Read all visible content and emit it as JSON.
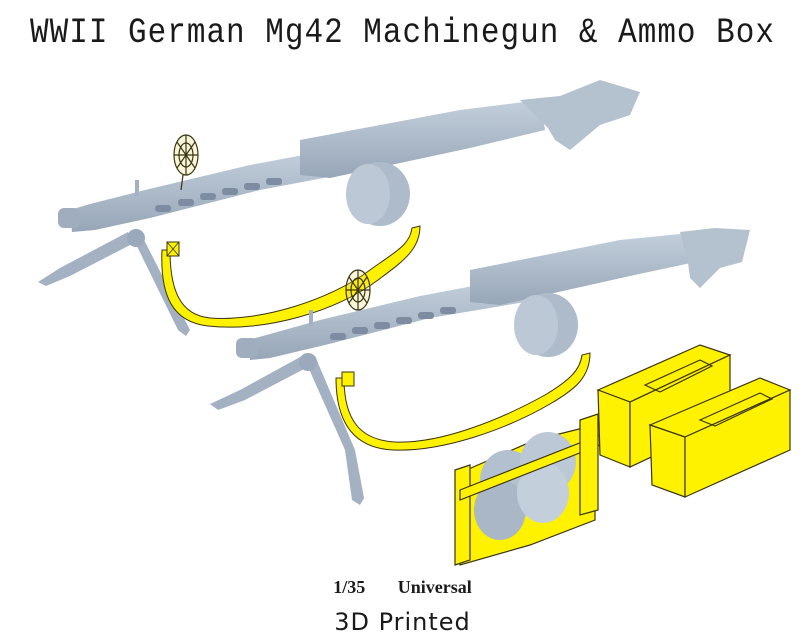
{
  "header": {
    "title": "WWII German Mg42 Machinegun & Ammo Box"
  },
  "footer": {
    "scale": "1/35",
    "compatibility": "Universal",
    "process": "3D Printed"
  },
  "colors": {
    "background": "#ffffff",
    "gun_grey": "#aab7c6",
    "gun_shadow": "#8e9cad",
    "photo_etch_yellow": "#fff200",
    "outline": "#2a2a10",
    "text": "#1a1a1a"
  },
  "scene": {
    "items": [
      {
        "label": "MG42 machinegun with bipod and drum magazine (rear)"
      },
      {
        "label": "MG42 machinegun with bipod and drum magazine (front)"
      },
      {
        "label": "Photo-etched sling strap"
      },
      {
        "label": "Photo-etched anti-aircraft ring sight"
      },
      {
        "label": "Drum magazine carrier with two drums"
      },
      {
        "label": "Ammo box"
      },
      {
        "label": "Ammo box"
      }
    ]
  }
}
